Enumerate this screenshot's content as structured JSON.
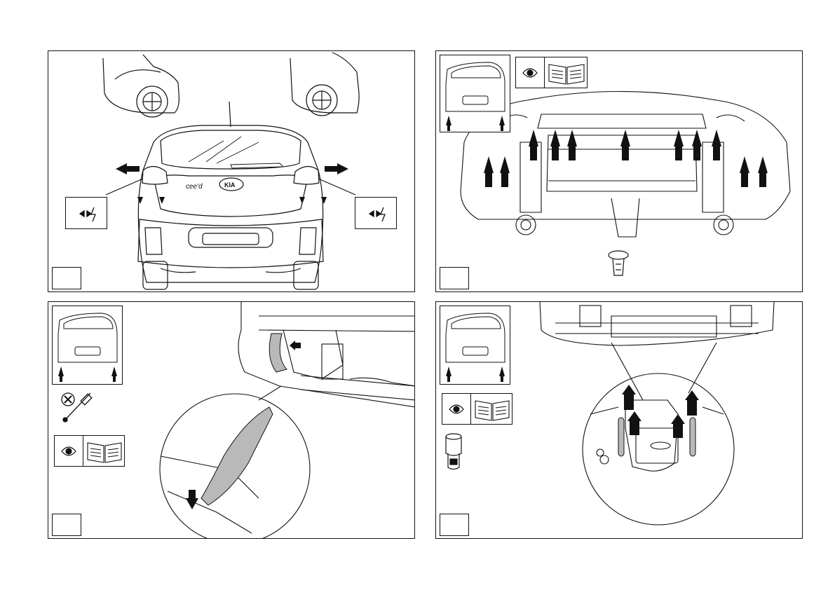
{
  "document": {
    "type": "tow-bar installation instruction sheet",
    "panels": [
      {
        "id": "panel-1",
        "step_number": "",
        "car_text": {
          "badge": "cee'd",
          "logo": "KIA"
        }
      },
      {
        "id": "panel-2",
        "step_number": ""
      },
      {
        "id": "panel-3",
        "step_number": ""
      },
      {
        "id": "panel-4",
        "step_number": ""
      }
    ]
  },
  "icons": {
    "disconnect": "disconnect-plug-icon",
    "eye": "eye-inspect-icon",
    "book": "manual-book-icon",
    "screwdriver": "screwdriver-forbidden-icon",
    "socket": "socket-wrench-icon",
    "clip": "plastic-clip-icon"
  },
  "colors": {
    "line": "#111111",
    "shade": "#b9b9b9",
    "background": "#ffffff"
  }
}
